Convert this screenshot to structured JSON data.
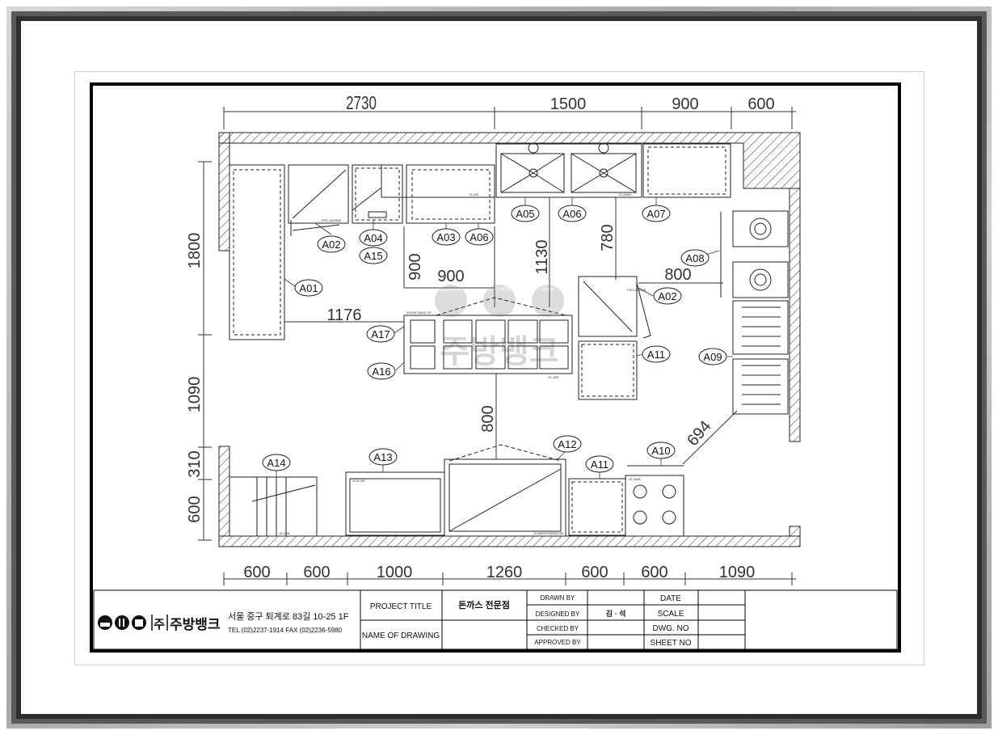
{
  "dimensions": {
    "top": [
      "2730",
      "1500",
      "900",
      "600"
    ],
    "bottom": [
      "600",
      "600",
      "1000",
      "1260",
      "600",
      "600",
      "1090"
    ],
    "left": [
      "1800",
      "1090",
      "310",
      "600"
    ],
    "inner": [
      "1176",
      "900",
      "900",
      "1130",
      "780",
      "800",
      "800",
      "694"
    ]
  },
  "labels": [
    "A01",
    "A02",
    "A04",
    "A15",
    "A03",
    "A06",
    "A05",
    "A06",
    "A07",
    "A08",
    "A02",
    "A17",
    "A16",
    "A11",
    "A09",
    "A14",
    "A13",
    "A12",
    "A11",
    "A10"
  ],
  "equipment_small_text": [
    "FRG-300RNE",
    "JS-WE",
    "JS-20NH",
    "WORKTABLE-2P",
    "JS-15R",
    "JS-REFRIGERATOR",
    "JS-30B",
    "JS-3WB",
    "DCR-HR",
    "FRG-2GRNE"
  ],
  "watermark": {
    "brand_en": [
      "DAEWON",
      "KITCHEN",
      "BANK"
    ],
    "brand_ko": "주방뱅크"
  },
  "title_block": {
    "company": "주방뱅크",
    "company_mark": "주",
    "address": "서울 중구 퇴계로 83길 10-25 1F",
    "tel": "TEL (02)2237-1914  FAX (02)2236-5980",
    "project_title_label": "PROJECT TITLE",
    "project_title": "돈까스 전문점",
    "name_of_drawing_label": "NAME OF DRAWING",
    "drawn_by_label": "DRAWN BY",
    "designed_by_label": "DESIGNED BY",
    "designed_by": "김 ◦ 석",
    "checked_by_label": "CHECKED BY",
    "approved_by_label": "APPROVED BY",
    "date_label": "DATE",
    "scale_label": "SCALE",
    "dwg_no_label": "DWG. NO",
    "sheet_no_label": "SHEET NO"
  }
}
